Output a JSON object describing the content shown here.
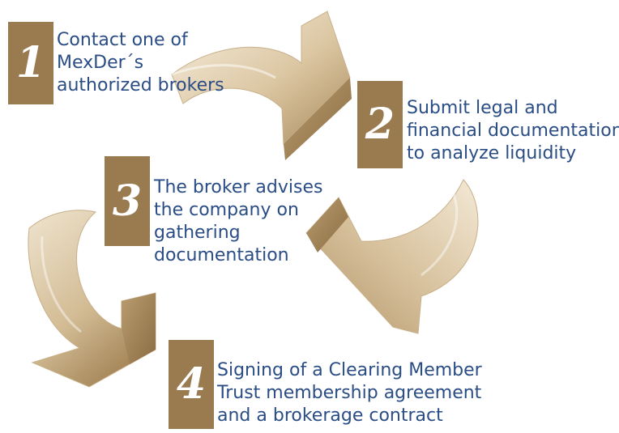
{
  "steps": [
    {
      "number": "1",
      "lines": [
        "Contact one of",
        "MexDer´s",
        "authorized brokers"
      ]
    },
    {
      "number": "2",
      "lines": [
        "Submit legal and",
        "financial documentation",
        "to analyze liquidity"
      ]
    },
    {
      "number": "3",
      "lines": [
        "The broker advises",
        "the company on",
        "gathering",
        "documentation"
      ]
    },
    {
      "number": "4",
      "lines": [
        "Signing of a Clearing Member",
        "Trust membership agreement",
        "and a brokerage contract"
      ]
    }
  ],
  "colors": {
    "number_box": "#9a7b4f",
    "text": "#2a4d85",
    "arrow_light": "#f3e9d6",
    "arrow_mid": "#d9c4a1",
    "arrow_dark": "#a98a5c"
  }
}
